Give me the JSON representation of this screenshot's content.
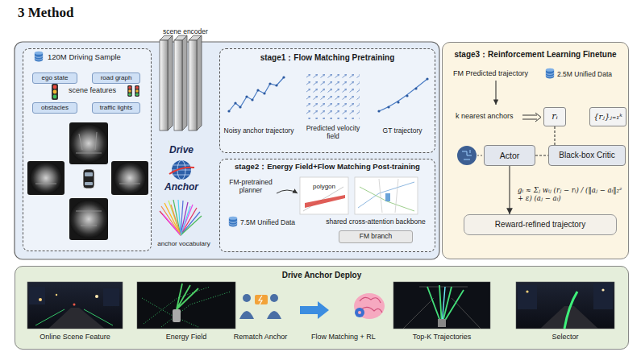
{
  "diagram": {
    "title": "3 Method",
    "nodes": [
      {
        "text": [
          "120M Driving Sample",
          "scene features"
        ]
      },
      {
        "text": [
          "ego state"
        ],
        "in": 0
      },
      {
        "text": [
          "road graph"
        ],
        "in": 0
      },
      {
        "text": [
          "obstacles"
        ],
        "in": 0
      },
      {
        "text": [
          "traffic lights"
        ],
        "in": 0
      },
      {
        "text": [
          "stage1：Flow Matching Pretraining"
        ]
      },
      {
        "text": [
          "stage2：Energy Field+Flow Matching Post-training"
        ]
      },
      {
        "text": [
          "FM branch"
        ],
        "in": 6
      },
      {
        "text": [
          "stage3：Reinforcement Learning Finetune"
        ]
      },
      {
        "text": [
          "rᵢ"
        ],
        "in": 8
      },
      {
        "text": [
          "{rⱼ}ⱼ₌₁ᵏ"
        ],
        "in": 8
      },
      {
        "text": [
          "Actor"
        ],
        "in": 8
      },
      {
        "text": [
          "Black-box Critic"
        ],
        "in": 8
      },
      {
        "text": [
          "Reward-refined trajectory"
        ],
        "in": 8
      },
      {
        "text": [
          "Drive Anchor Deploy"
        ]
      }
    ],
    "edges": [
      {
        "from": 11,
        "to": 13,
        "arrow": "to"
      },
      {
        "from": 11,
        "to": 12,
        "arrow": "none"
      },
      {
        "from": 9,
        "to": 12,
        "arrow": "none"
      }
    ],
    "labels": [
      "scene encoder",
      "Drive",
      "Anchor",
      "anchor vocabulary",
      "Noisy anchor trajectory",
      "Predicted velocity field",
      "GT trajectory",
      "FM-pretrained planner",
      "polygon",
      "7.5M Unified Data",
      "shared cross-attention backbone",
      "FM Predicted trajectory",
      "2.5M Unified Data",
      "k nearest anchors",
      "gᵢ ≈ Σⱼ wᵢⱼ (rⱼ − rᵢ) / (‖aⱼ − aᵢ‖₂² + ε) (aⱼ − aᵢ)",
      "Online Scene Feature",
      "Energy Field",
      "Rematch Anchor",
      "Flow Matching + RL",
      "Top-K Trajectories",
      "Selector"
    ]
  }
}
